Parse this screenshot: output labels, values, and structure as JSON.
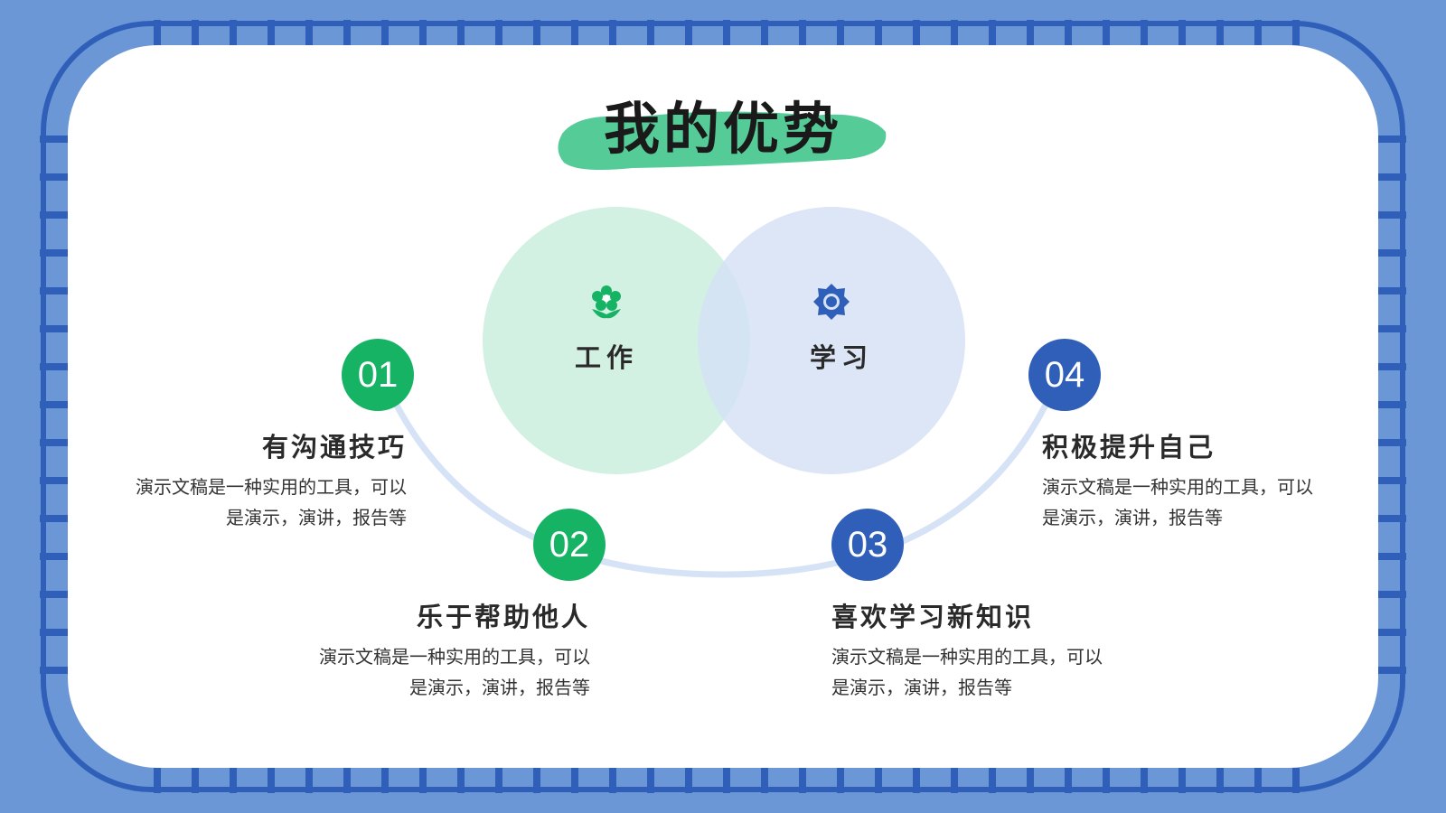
{
  "title": "我的优势",
  "venn": {
    "left_label": "工作",
    "right_label": "学习",
    "left_icon": "flower-icon",
    "right_icon": "gear-icon"
  },
  "items": [
    {
      "num": "01",
      "title": "有沟通技巧",
      "desc_line1": "演示文稿是一种实用的工具，可以",
      "desc_line2": "是演示，演讲，报告等"
    },
    {
      "num": "02",
      "title": "乐于帮助他人",
      "desc_line1": "演示文稿是一种实用的工具，可以",
      "desc_line2": "是演示，演讲，报告等"
    },
    {
      "num": "03",
      "title": "喜欢学习新知识",
      "desc_line1": "演示文稿是一种实用的工具，可以",
      "desc_line2": "是演示，演讲，报告等"
    },
    {
      "num": "04",
      "title": "积极提升自己",
      "desc_line1": "演示文稿是一种实用的工具，可以",
      "desc_line2": "是演示，演讲，报告等"
    }
  ],
  "colors": {
    "background": "#6b97d6",
    "green": "#16b364",
    "blue": "#2f5fb8",
    "title_highlight": "#55cc98",
    "venn_left": "#d3f1e3",
    "venn_right": "#d9e4f5"
  }
}
